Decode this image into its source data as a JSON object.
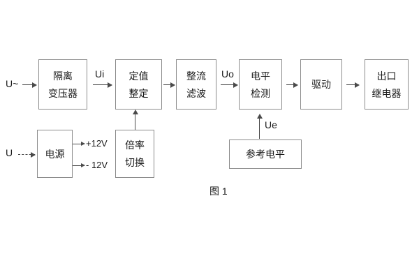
{
  "figure": {
    "caption": "图 1",
    "background_color": "#ffffff",
    "line_color": "#8b8b8b",
    "arrow_color": "#4a4a4a",
    "text_color": "#1a1a1a"
  },
  "inputs": {
    "ac_source": "U~",
    "dc_source": "U"
  },
  "signals": {
    "ui": "Ui",
    "uo": "Uo",
    "ue": "Ue",
    "rail_positive": "+12V",
    "rail_negative": "- 12V"
  },
  "blocks": [
    {
      "id": "isolation-transformer",
      "line1": "隔离",
      "line2": "变压器"
    },
    {
      "id": "setting-value",
      "line1": "定值",
      "line2": "整定"
    },
    {
      "id": "rectify-filter",
      "line1": "整流",
      "line2": "滤波"
    },
    {
      "id": "level-detection",
      "line1": "电平",
      "line2": "检测"
    },
    {
      "id": "drive",
      "line1": "驱动",
      "line2": ""
    },
    {
      "id": "output-relay",
      "line1": "出口",
      "line2": "继电器"
    },
    {
      "id": "power-supply",
      "line1": "电源",
      "line2": ""
    },
    {
      "id": "multiplier-switch",
      "line1": "倍率",
      "line2": "切换"
    },
    {
      "id": "reference-level",
      "line1": "参考电平",
      "line2": ""
    }
  ]
}
